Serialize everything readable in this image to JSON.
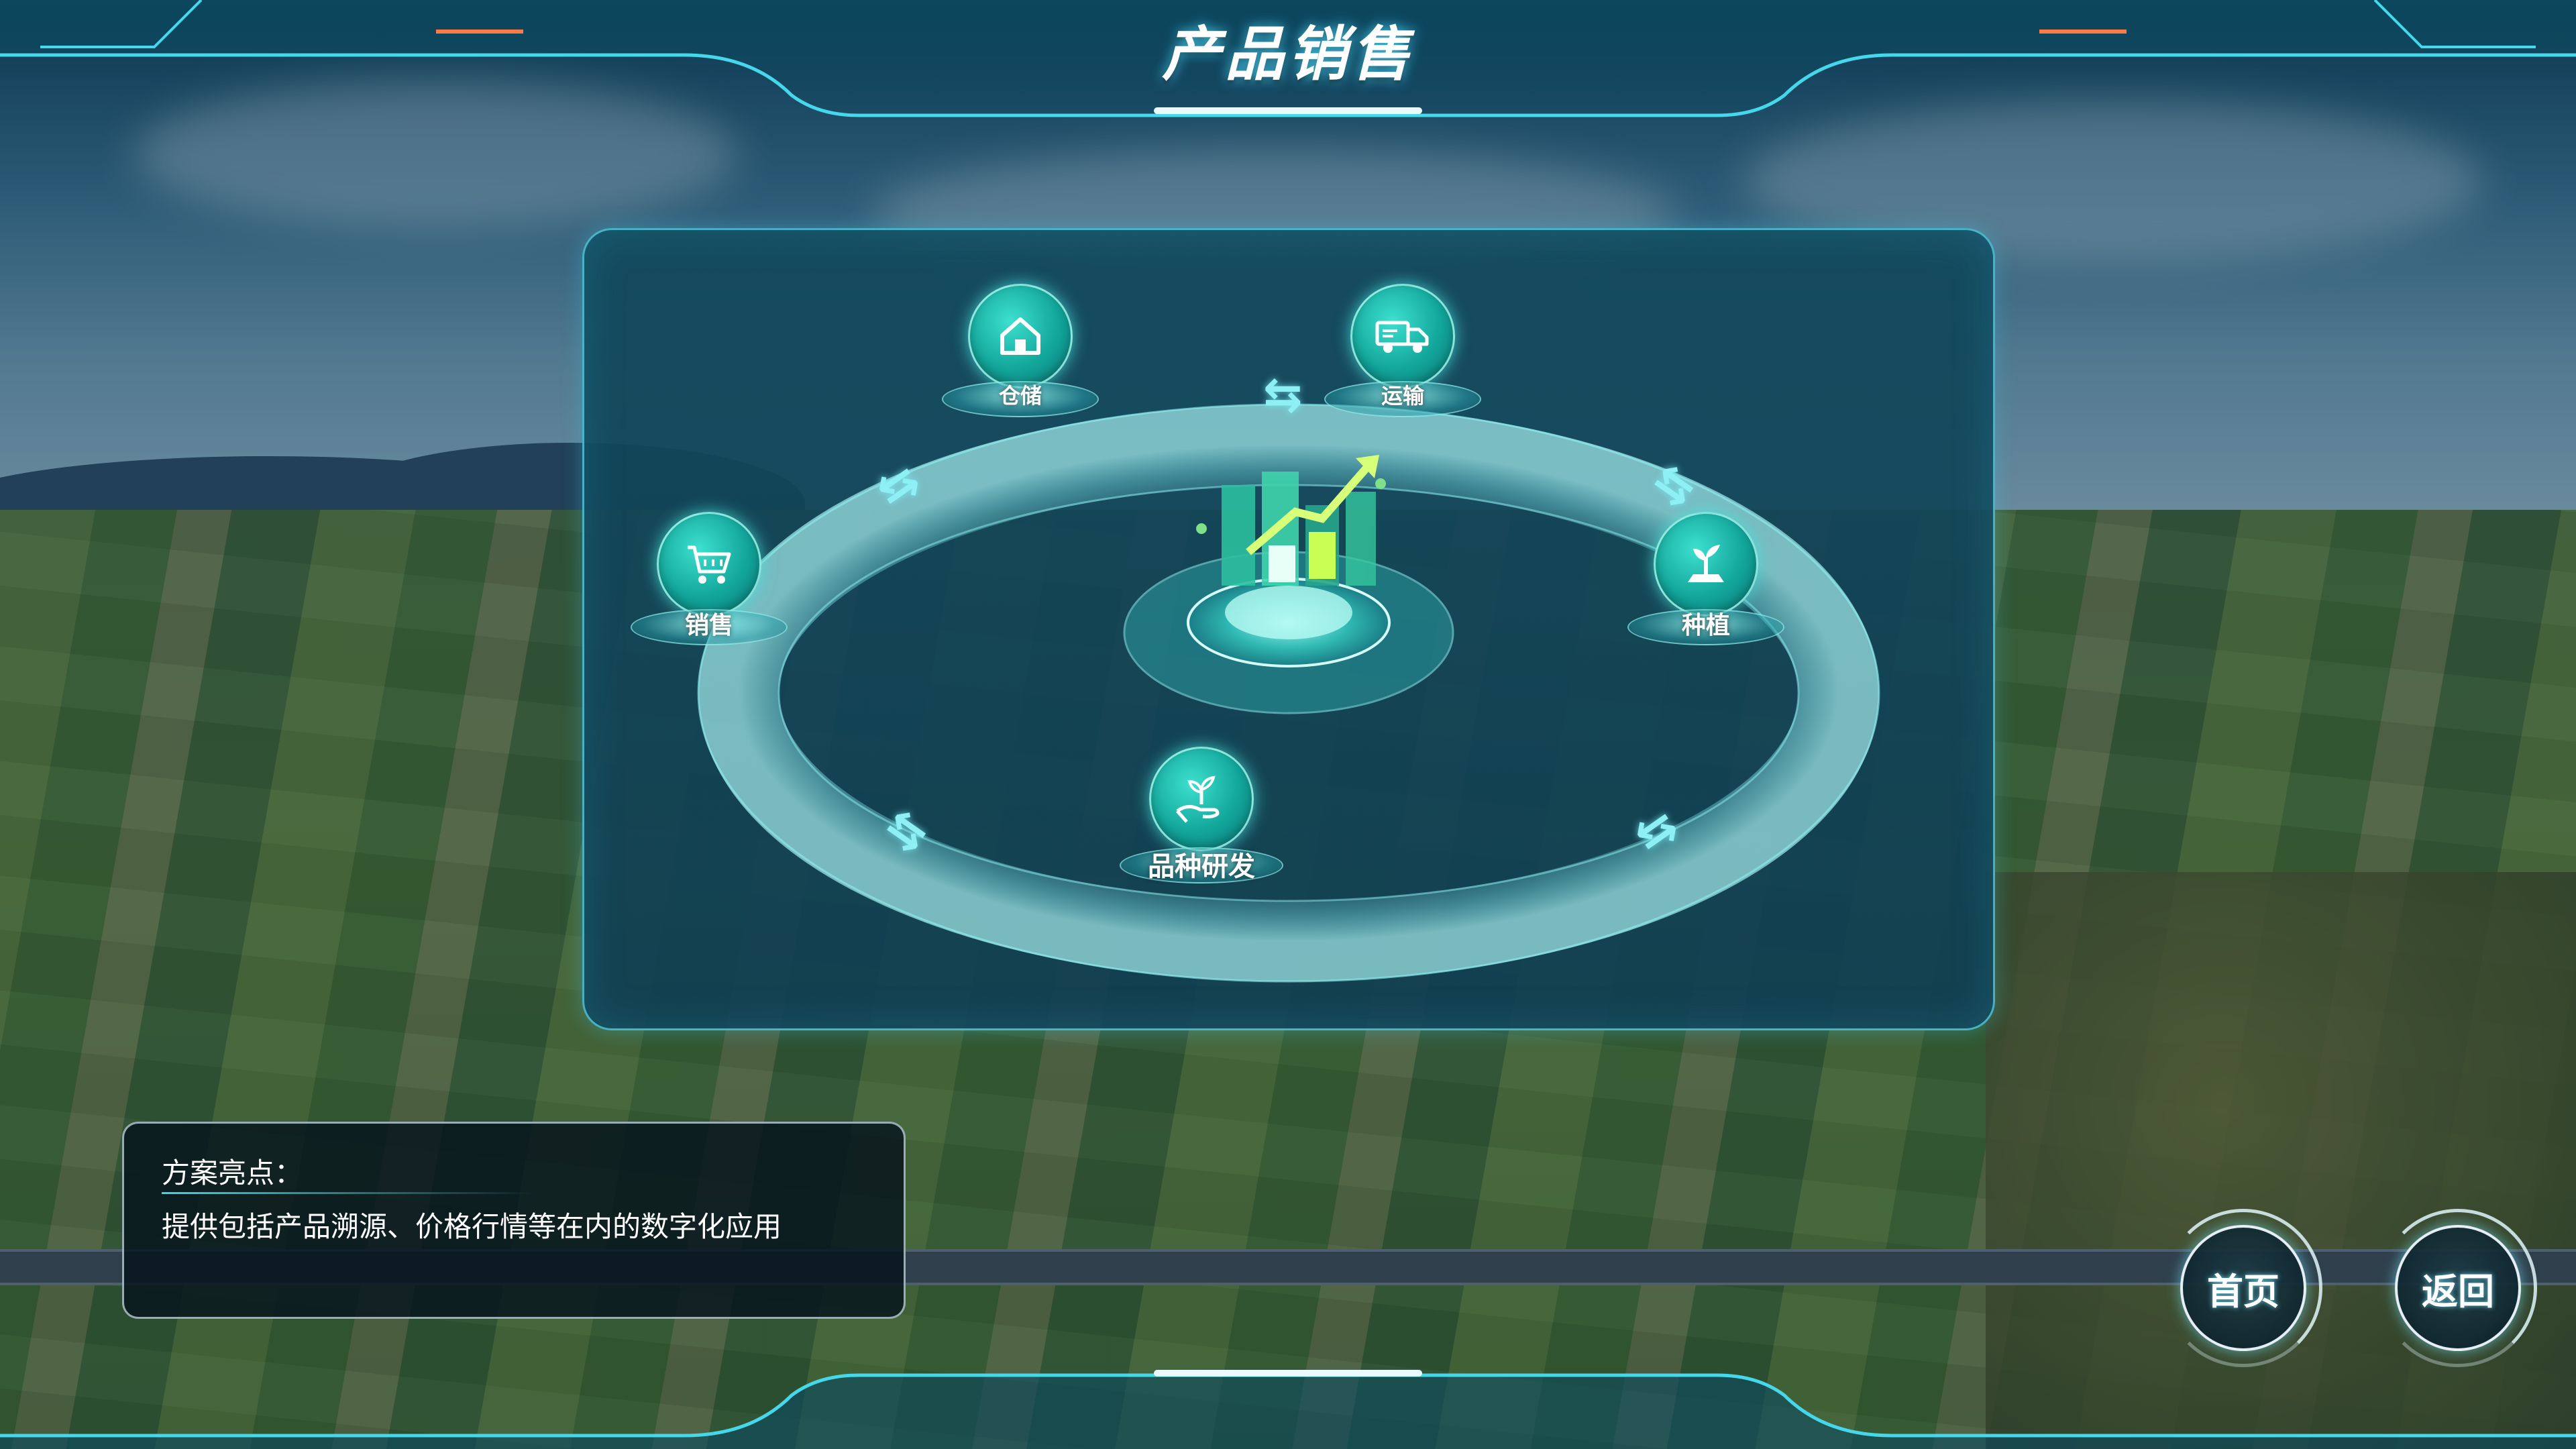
{
  "header": {
    "title": "产品销售"
  },
  "diagram": {
    "nodes": {
      "storage": {
        "label": "仓储",
        "icon": "warehouse-icon"
      },
      "transport": {
        "label": "运输",
        "icon": "truck-icon"
      },
      "planting": {
        "label": "种植",
        "icon": "plant-icon"
      },
      "breeding": {
        "label": "品种研发",
        "icon": "seedling-hand-icon"
      },
      "sales": {
        "label": "销售",
        "icon": "cart-icon"
      }
    },
    "center_icon": "growth-chart-icon"
  },
  "highlight": {
    "title": "方案亮点：",
    "text": "提供包括产品溯源、价格行情等在内的数字化应用"
  },
  "buttons": {
    "home": "首页",
    "back": "返回"
  },
  "colors": {
    "accent": "#3ed7e6",
    "node": "#12a59a",
    "panel_border": "#5cd6e8"
  }
}
